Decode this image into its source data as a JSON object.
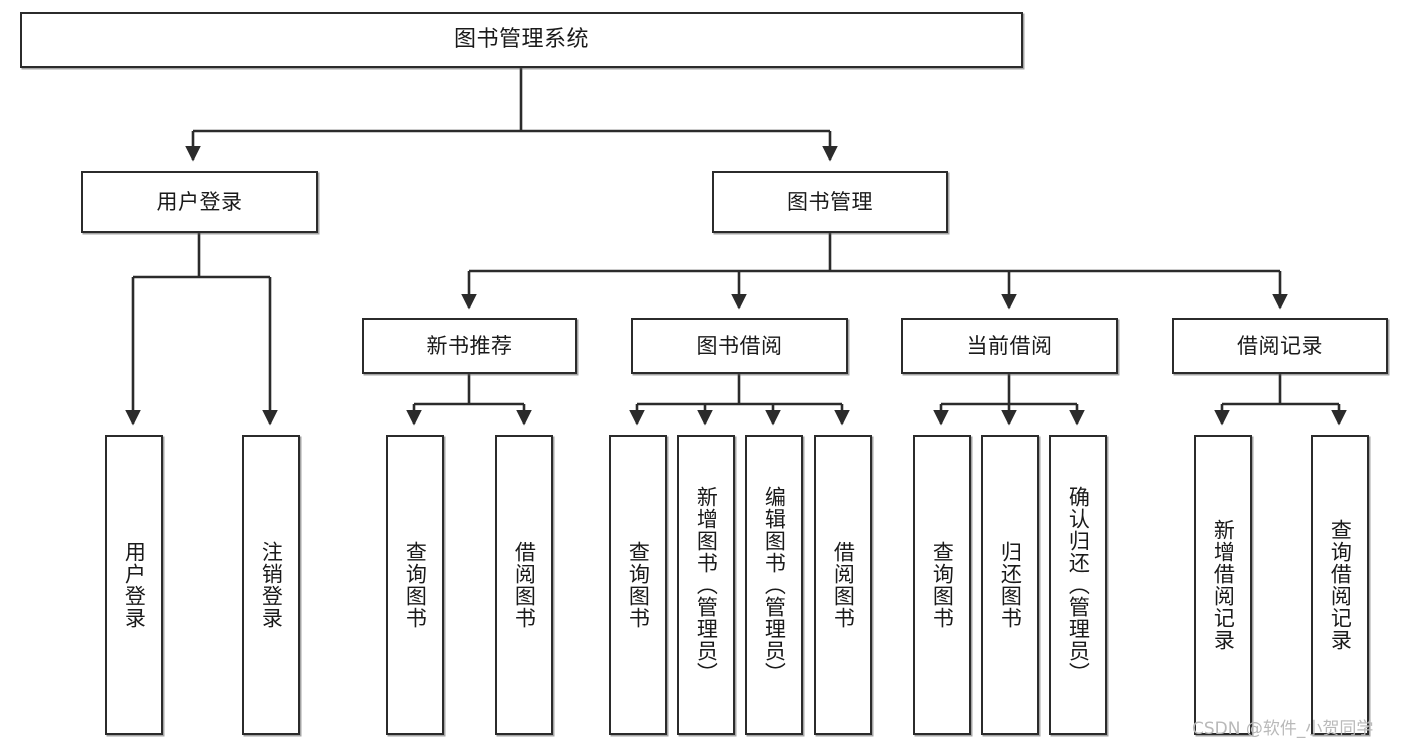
{
  "diagram": {
    "title": "图书管理系统",
    "type": "tree-structure-chart",
    "root": {
      "id": "root",
      "label": "图书管理系统"
    },
    "level2": [
      {
        "id": "user-login",
        "label": "用户登录"
      },
      {
        "id": "book-manage",
        "label": "图书管理"
      }
    ],
    "level3": [
      {
        "id": "new-book-recommend",
        "label": "新书推荐",
        "parent": "book-manage"
      },
      {
        "id": "book-borrow",
        "label": "图书借阅",
        "parent": "book-manage"
      },
      {
        "id": "current-borrow",
        "label": "当前借阅",
        "parent": "book-manage"
      },
      {
        "id": "borrow-record",
        "label": "借阅记录",
        "parent": "book-manage"
      }
    ],
    "leaves": [
      {
        "id": "leaf-user-login",
        "label": "用户登录",
        "parent": "user-login"
      },
      {
        "id": "leaf-logout",
        "label": "注销登录",
        "parent": "user-login"
      },
      {
        "id": "leaf-query-book-1",
        "label": "查询图书",
        "parent": "new-book-recommend"
      },
      {
        "id": "leaf-borrow-book-1",
        "label": "借阅图书",
        "parent": "new-book-recommend"
      },
      {
        "id": "leaf-query-book-2",
        "label": "查询图书",
        "parent": "book-borrow"
      },
      {
        "id": "leaf-add-book",
        "label": "新增图书（管理员）",
        "parent": "book-borrow"
      },
      {
        "id": "leaf-edit-book",
        "label": "编辑图书（管理员）",
        "parent": "book-borrow"
      },
      {
        "id": "leaf-borrow-book-2",
        "label": "借阅图书",
        "parent": "book-borrow"
      },
      {
        "id": "leaf-query-book-3",
        "label": "查询图书",
        "parent": "current-borrow"
      },
      {
        "id": "leaf-return-book",
        "label": "归还图书",
        "parent": "current-borrow"
      },
      {
        "id": "leaf-confirm-return",
        "label": "确认归还（管理员）",
        "parent": "current-borrow"
      },
      {
        "id": "leaf-add-record",
        "label": "新增借阅记录",
        "parent": "borrow-record"
      },
      {
        "id": "leaf-query-record",
        "label": "查询借阅记录",
        "parent": "borrow-record"
      }
    ],
    "colors": {
      "box_border": "#2b2b2b",
      "box_fill": "#ffffff",
      "connector": "#2b2b2b",
      "text": "#1a1a1a",
      "watermark": "#b9b9b9",
      "background": "#ffffff"
    }
  },
  "watermark": {
    "text": "CSDN @软件_小贺同学"
  }
}
